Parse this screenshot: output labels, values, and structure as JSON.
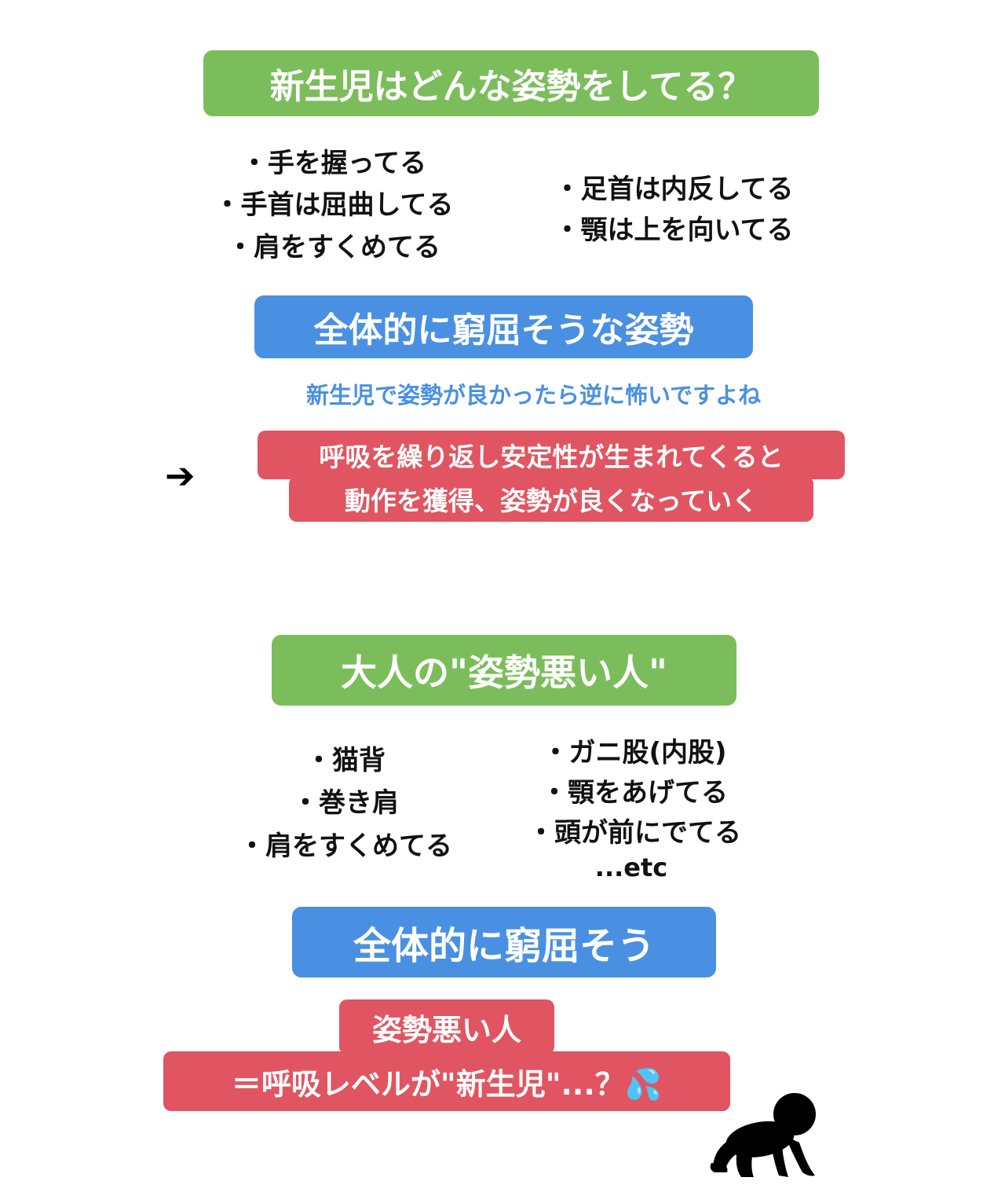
{
  "section1": {
    "title": "新生児はどんな姿勢をしてる？",
    "left_items": [
      "・手を握ってる",
      "・手首は屈曲してる",
      "・肩をすくめてる"
    ],
    "right_items": [
      "・足首は内反してる",
      "・顎は上を向いてる"
    ],
    "summary": "全体的に窮屈そうな姿勢",
    "note": "新生児で姿勢が良かったら逆に怖いですよね",
    "arrow": "➔",
    "result_line1": "呼吸を繰り返し安定性が生まれてくると",
    "result_line2": "動作を獲得、姿勢が良くなっていく"
  },
  "section2": {
    "title": "大人の\"姿勢悪い人\"",
    "left_items": [
      "・猫背",
      "・巻き肩",
      "・肩をすくめてる"
    ],
    "right_items": [
      "・ガニ股(内股)",
      "・顎をあげてる",
      "・頭が前にでてる"
    ],
    "etc": "...etc",
    "summary": "全体的に窮屈そう",
    "conclusion_line1": "姿勢悪い人",
    "conclusion_line2": "＝呼吸レベルが\"新生児\"...？💦"
  },
  "colors": {
    "green": "#7cbd5b",
    "blue": "#4a90e2",
    "red": "#e05561",
    "note_blue": "#4a90e2"
  },
  "icons": [
    "arrow-right-icon",
    "crawling-baby-icon"
  ]
}
